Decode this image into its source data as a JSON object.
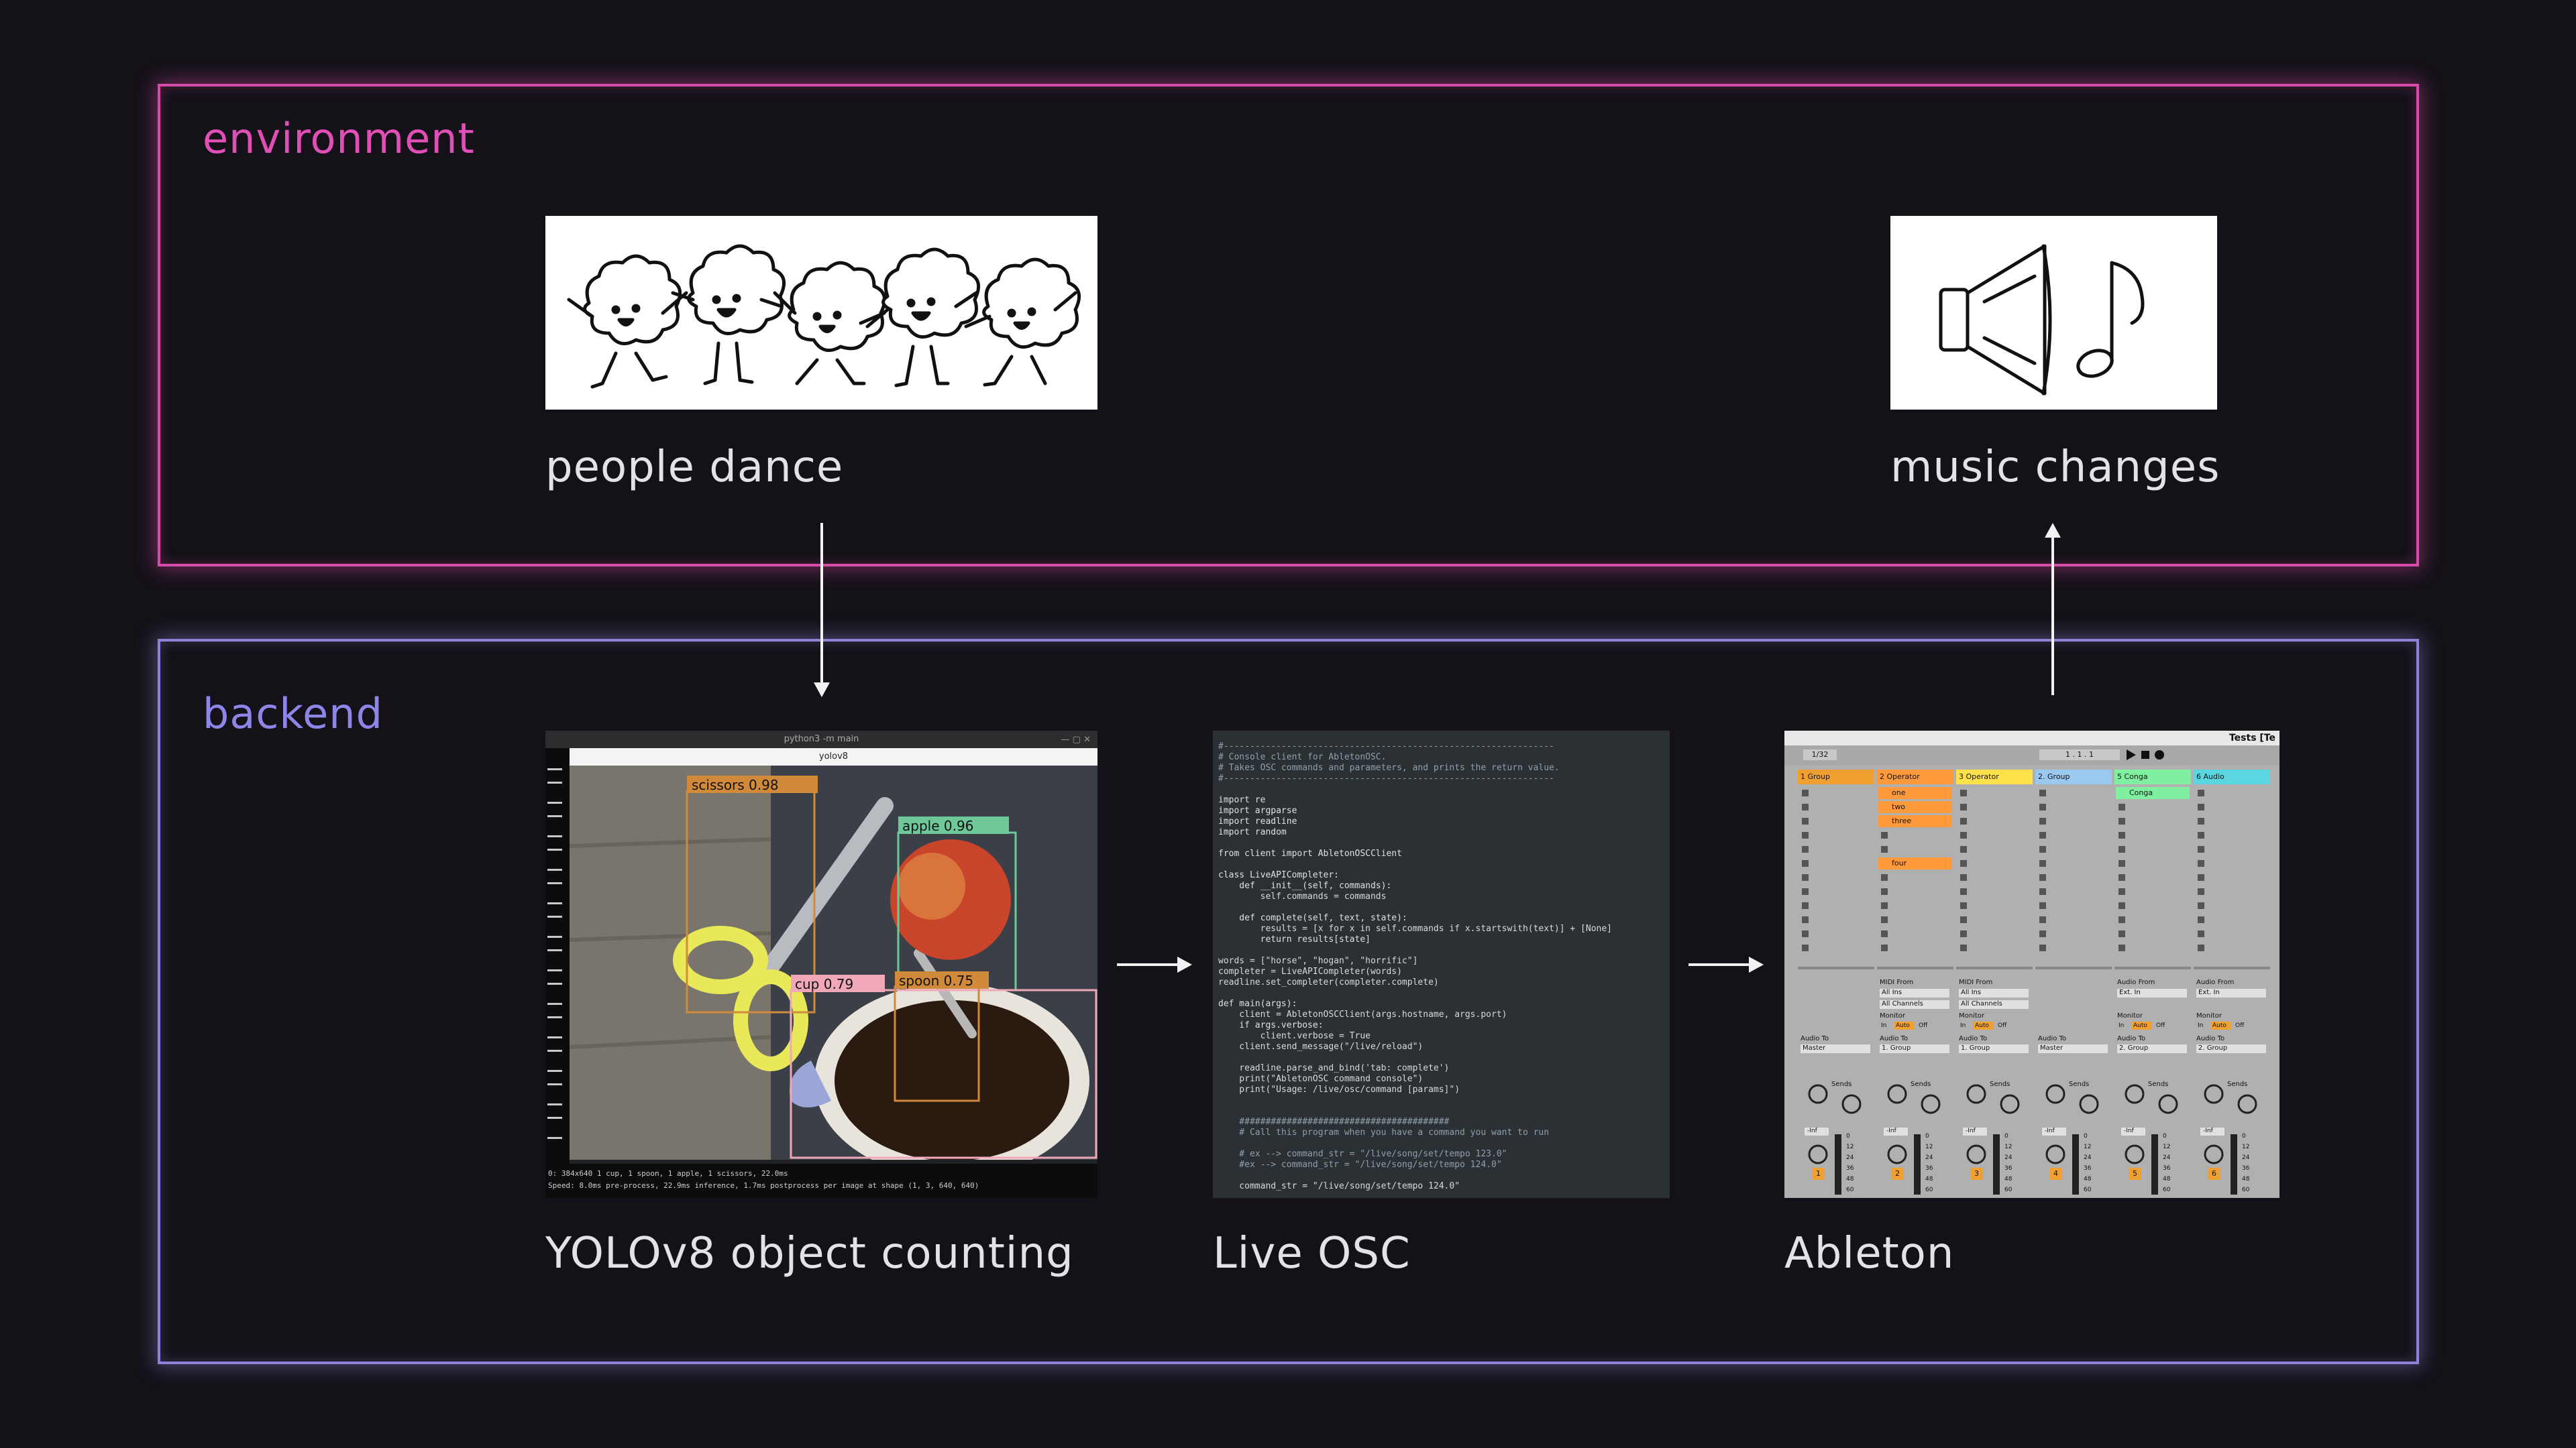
{
  "sections": {
    "environment": "environment",
    "backend": "backend"
  },
  "nodes": {
    "people_dance": "people dance",
    "music_changes": "music changes",
    "yolo": "YOLOv8 object counting",
    "live_osc": "Live OSC",
    "ableton": "Ableton"
  },
  "yolo_window": {
    "title": "python3 -m main",
    "subtitle": "yolov8",
    "labels": [
      "scissors 0.98",
      "apple 0.96",
      "cup 0.79",
      "spoon 0.75"
    ],
    "log_line_1": "0: 384x640 1 cup, 1 spoon, 1 apple, 1 scissors, 22.0ms",
    "log_line_2": "Speed: 8.0ms pre-process, 22.9ms inference, 1.7ms postprocess per image at shape (1, 3, 640, 640)"
  },
  "osc_code": [
    "#---------------------------------------------------------------",
    "# Console client for AbletonOSC.",
    "# Takes OSC commands and parameters, and prints the return value.",
    "#---------------------------------------------------------------",
    "",
    "import re",
    "import argparse",
    "import readline",
    "import random",
    "",
    "from client import AbletonOSCClient",
    "",
    "class LiveAPICompleter:",
    "    def __init__(self, commands):",
    "        self.commands = commands",
    "",
    "    def complete(self, text, state):",
    "        results = [x for x in self.commands if x.startswith(text)] + [None]",
    "        return results[state]",
    "",
    "words = [\"horse\", \"hogan\", \"horrific\"]",
    "completer = LiveAPICompleter(words)",
    "readline.set_completer(completer.complete)",
    "",
    "def main(args):",
    "    client = AbletonOSCClient(args.hostname, args.port)",
    "    if args.verbose:",
    "        client.verbose = True",
    "    client.send_message(\"/live/reload\")",
    "",
    "    readline.parse_and_bind('tab: complete')",
    "    print(\"AbletonOSC command console\")",
    "    print(\"Usage: /live/osc/command [params]\")",
    "",
    "",
    "    ########################################",
    "    # Call this program when you have a command you want to run",
    "",
    "    # ex --> command_str = \"/live/song/set/tempo 123.0\"",
    "    #ex --> command_str = \"/live/song/set/tempo 124.0\"",
    "",
    "    command_str = \"/live/song/set/tempo 124.0\""
  ],
  "ableton_window": {
    "title": "Tests [Te",
    "position": "1 . 1 . 1",
    "quantize": "1/32",
    "tracks": [
      {
        "name": "1 Group",
        "color": "#f0a030"
      },
      {
        "name": "2 Operator",
        "color": "#ff9a3c"
      },
      {
        "name": "3 Operator",
        "color": "#ffe24a"
      },
      {
        "name": "2. Group",
        "color": "#9ac8ef"
      },
      {
        "name": "5 Conga",
        "color": "#7ff0a0"
      },
      {
        "name": "6 Audio",
        "color": "#5ad6e0"
      }
    ],
    "clips": [
      "one",
      "two",
      "three",
      "four",
      "Conga"
    ],
    "track_numbers": [
      "1",
      "2",
      "3",
      "4",
      "5",
      "6"
    ],
    "io_labels": {
      "midi_from": "MIDI From",
      "audio_from": "Audio From",
      "monitor": "Monitor",
      "audio_to": "Audio To",
      "sends": "Sends",
      "master": "Master",
      "group": "1. Group",
      "group2": "2. Group",
      "all_ins": "All Ins",
      "all_channels": "All Channels",
      "ext_in": "Ext. In",
      "auto": "Auto",
      "in": "In",
      "off": "Off",
      "inf": "-Inf"
    },
    "meter_scale": [
      "0",
      "12",
      "24",
      "36",
      "48",
      "60"
    ]
  },
  "colors": {
    "environment_frame": "#d84aa8",
    "backend_frame": "#8e82d8",
    "background": "#141118"
  }
}
